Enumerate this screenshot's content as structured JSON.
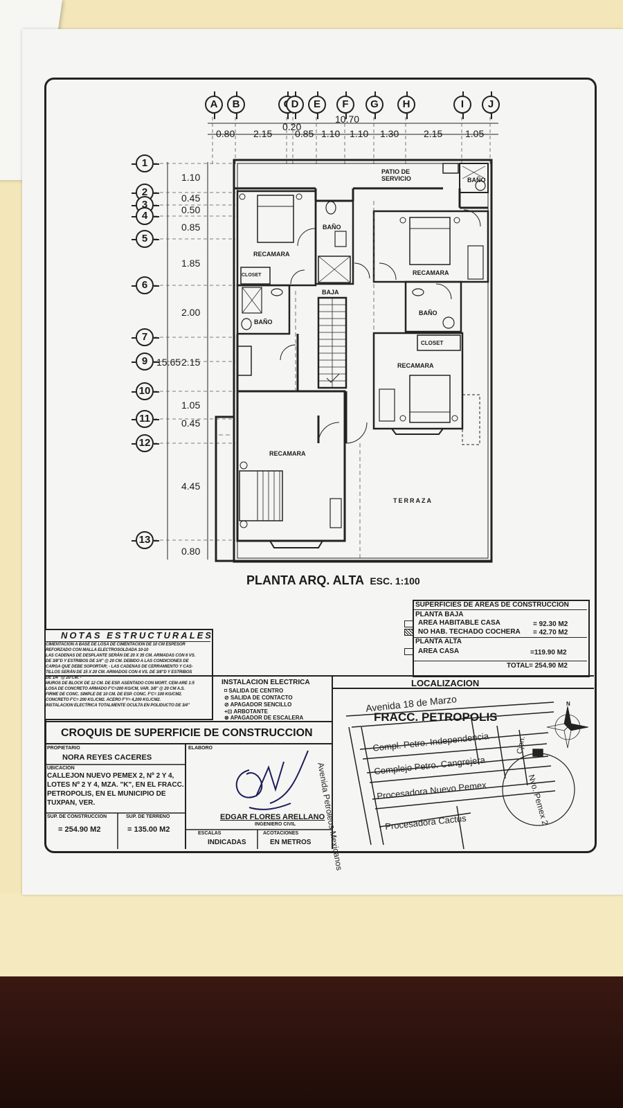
{
  "plan": {
    "title": "PLANTA ARQ. ALTA",
    "scale": "ESC. 1:100",
    "column_axes": [
      "A",
      "B",
      "C",
      "D",
      "E",
      "F",
      "G",
      "H",
      "I",
      "J"
    ],
    "row_axes": [
      "1",
      "2",
      "3",
      "4",
      "5",
      "6",
      "7",
      "9",
      "10",
      "11",
      "12",
      "13"
    ],
    "top_total": "10.70",
    "top_dims": [
      "0.80",
      "2.15",
      "0.20",
      "0.85",
      "1.10",
      "1.10",
      "1.30",
      "2.15",
      "1.05"
    ],
    "side_total": "15.65",
    "side_dims": [
      "1.10",
      "0.45",
      "0.50",
      "0.85",
      "1.85",
      "2.00",
      "2.15",
      "1.05",
      "0.45",
      "4.45",
      "0.80"
    ],
    "rooms": {
      "patio": "PATIO DE SERVICIO",
      "bano_patio": "BAÑO",
      "recamara_1": "RECAMARA",
      "closet_1": "CLOSET",
      "bano_1": "BAÑO",
      "baja": "BAJA",
      "recamara_2": "RECAMARA",
      "bano_2": "BAÑO",
      "bano_3": "BAÑO",
      "closet_3": "CLOSET",
      "recamara_3": "RECAMARA",
      "recamara_4": "RECAMARA",
      "terraza": "TERRAZA"
    }
  },
  "areas": {
    "title": "SUPERFICIES DE AREAS DE CONSTRUCCION",
    "planta_baja": "PLANTA BAJA",
    "rows_baja": [
      {
        "label": "AREA HABITABLE CASA",
        "value": "= 92.30 M2"
      },
      {
        "label": "NO HAB. TECHADO COCHERA",
        "value": "= 42.70 M2"
      }
    ],
    "planta_alta": "PLANTA ALTA",
    "rows_alta": [
      {
        "label": "AREA CASA",
        "value": "=119.90 M2"
      }
    ],
    "total_label": "TOTAL",
    "total_value": "= 254.90 M2"
  },
  "notes": {
    "title": "NOTAS ESTRUCTURALES",
    "lines": [
      "CIMENTACION A BASE DE LOSA DE CIMENTACION DE 10 CM ESPESOR",
      "REFORZADO CON MALLA ELECTROSOLDADA 10-10",
      "LAS CADENAS DE DESPLANTE SERÁN DE 20 X 35 CM. ARMADAS CON 6 VS.",
      "DE 3/8\"D Y ESTRIBOS DE 1/4\" @ 20 CM. DEBIDO A LAS CONDICIONES DE",
      "CARGA QUE DEBE SOPORTAR; - LAS CADENAS DE CERRAMIENTO Y CAS-",
      "TILLOS SERÁN DE 15 X 20 CM. ARMADOS CON 4 VS. DE 3/8\"D Y ESTRIBOS",
      "DE 1/4\" @ 20 CM. -",
      "MUROS DE BLOCK DE 12 CM. DE ESP. ASENTADO CON MORT. CEM-ARE 1:5",
      "LOSA DE CONCRETO ARMADO F'C=200 KG/CM, VAR. 3/8\" @ 20 CM A.S.",
      "FIRME DE CONC. SIMPLE DE 10 CM. DE ESP. CONC. F'C= 100 KG/CM2.",
      "CONCRETO F'C= 200 KG./CM2.     ACERO F'Y= 4,200 KG./CM2.",
      "INSTALACION ELECTRICA TOTALMENTE OCULTA EN POLIDUCTO DE 3/4\""
    ]
  },
  "electric": {
    "title": "INSTALACION ELECTRICA",
    "items": [
      {
        "symbol": "⌑",
        "label": "SALIDA DE CENTRO"
      },
      {
        "symbol": "⊘",
        "label": "SALIDA DE CONTACTO"
      },
      {
        "symbol": "⊘",
        "label": "APAGADOR SENCILLO"
      },
      {
        "symbol": "+⊡",
        "label": "ARBOTANTE"
      },
      {
        "symbol": "⊗",
        "label": "APAGADOR DE ESCALERA"
      }
    ]
  },
  "localizacion": {
    "title": "LOCALIZACION",
    "fracc": "FRACC. PETROPOLIS",
    "streets": [
      "Avenida 18 de Marzo",
      "Avenida Petroleos Mexicanos",
      "Compl. Petro. Independencia",
      "Complejo Petro. Cangrejera",
      "Procesadora Nuevo Pemex",
      "Procesadora Cactus",
      "Cjon.",
      "Nvo. Pemex 2"
    ],
    "north": "N"
  },
  "titleblock": {
    "title": "CROQUIS DE SUPERFICIE DE CONSTRUCCION",
    "propietario_label": "PROPIETARIO",
    "propietario": "NORA REYES CACERES",
    "ubicacion_label": "UBICACION",
    "ubicacion_lines": [
      "CALLEJON NUEVO PEMEX 2, Nº 2 Y 4,",
      "LOTES Nº 2 Y 4, MZA. \"K\", EN EL FRACC.",
      "PETROPOLIS, EN EL MUNICIPIO DE",
      "TUXPAN, VER."
    ],
    "sup_const_label": "SUP. DE CONSTRUCCION",
    "sup_const": "= 254.90 M2",
    "sup_terreno_label": "SUP. DE TERRENO",
    "sup_terreno": "= 135.00 M2",
    "elaboro_label": "ELABORO",
    "elaboro_name": "EDGAR FLORES ARELLANO",
    "elaboro_role": "INGENIERO CIVIL",
    "escalas_label": "ESCALAS",
    "escalas": "INDICADAS",
    "acotaciones_label": "ACOTACIONES",
    "acotaciones": "EN METROS"
  }
}
